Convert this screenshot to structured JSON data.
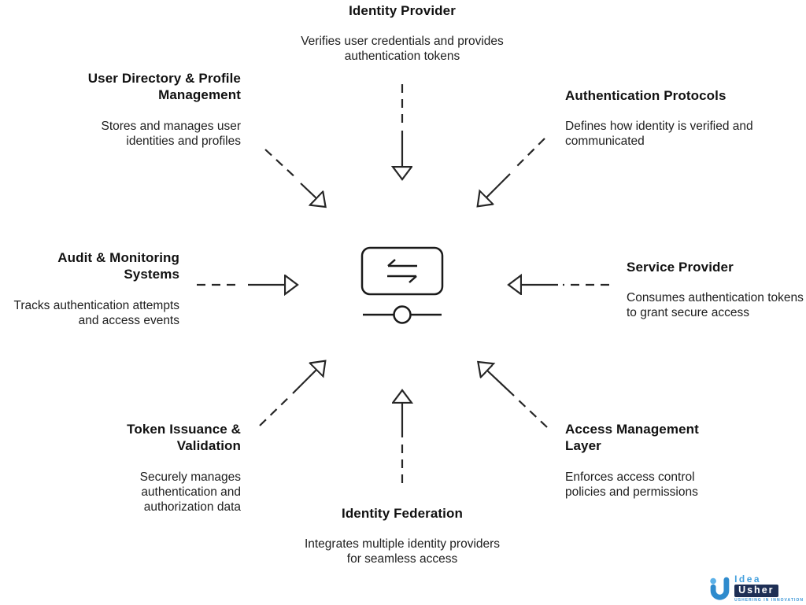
{
  "page": {
    "background": "#ffffff"
  },
  "colors": {
    "text_primary": "#111111",
    "text_secondary": "#202020",
    "arrow": "#262626",
    "center_icon_stroke": "#1a1a1a",
    "logo_blue": "#3794d6",
    "logo_light_blue": "#5cb1e8",
    "logo_navy": "#1e2f55"
  },
  "center": {
    "icon": "transfer-device-icon"
  },
  "nodes": [
    {
      "id": "identity-provider",
      "position": "top",
      "title": "Identity Provider",
      "desc": "Verifies user credentials and provides authentication tokens"
    },
    {
      "id": "user-directory-profile-management",
      "position": "top-left",
      "title": "User Directory & Profile Management",
      "desc": "Stores and manages user identities and profiles"
    },
    {
      "id": "authentication-protocols",
      "position": "top-right",
      "title": "Authentication Protocols",
      "desc": "Defines how identity is verified and communicated"
    },
    {
      "id": "audit-monitoring-systems",
      "position": "left",
      "title": "Audit & Monitoring Systems",
      "desc": "Tracks authentication attempts and access events"
    },
    {
      "id": "service-provider",
      "position": "right",
      "title": "Service Provider",
      "desc": "Consumes authentication tokens to grant secure access"
    },
    {
      "id": "token-issuance-validation",
      "position": "bottom-left",
      "title": "Token Issuance & Validation",
      "desc": "Securely manages authentication and authorization data"
    },
    {
      "id": "access-management-layer",
      "position": "bottom-right",
      "title": "Access Management Layer",
      "desc": "Enforces access control policies and permissions"
    },
    {
      "id": "identity-federation",
      "position": "bottom",
      "title": "Identity Federation",
      "desc": "Integrates multiple identity providers for seamless access"
    }
  ],
  "logo": {
    "word_top": "Idea",
    "word_bottom": "Usher",
    "tagline": "USHERING IN INNOVATION"
  }
}
